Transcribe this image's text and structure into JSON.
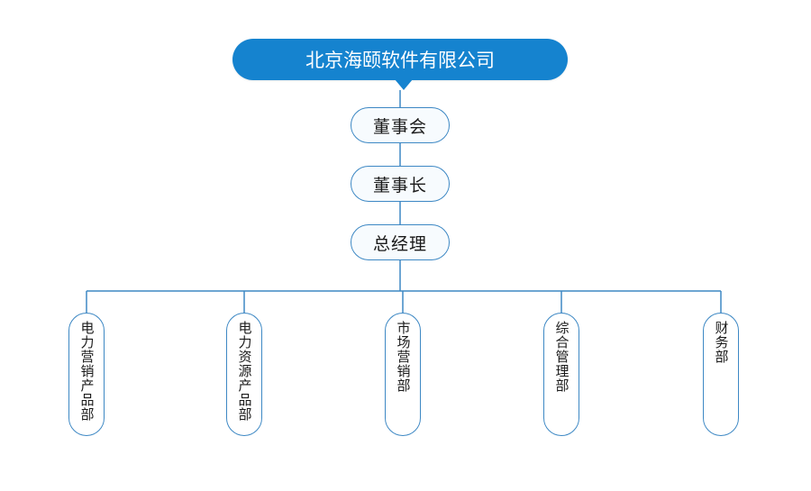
{
  "company": {
    "name": "北京海颐软件有限公司"
  },
  "levels": [
    "董事会",
    "董事长",
    "总经理"
  ],
  "departments": [
    "电力营销产品部",
    "电力资源产品部",
    "市场营销部",
    "综合管理部",
    "财务部"
  ],
  "colors": {
    "company_fill": "#1583cf",
    "border": "#3d88c4",
    "line": "#3d88c4",
    "text": "#1a1a1a"
  }
}
